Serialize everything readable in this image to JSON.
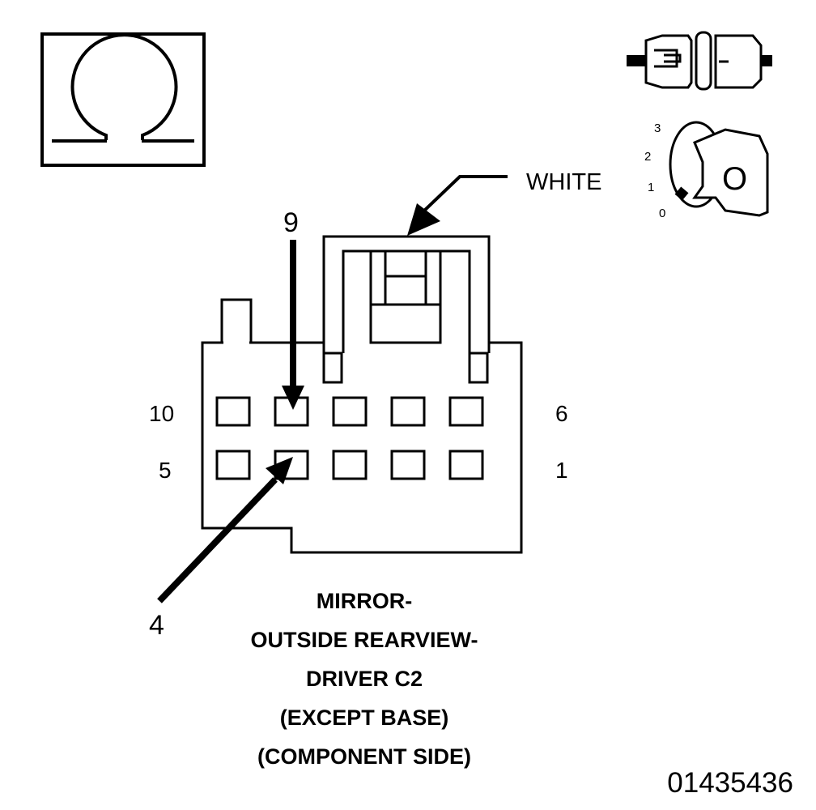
{
  "ohm_symbol": "Ω",
  "connector": {
    "color_label": "WHITE",
    "pin_labels": {
      "top_left": "10",
      "top_right": "6",
      "bottom_left": "5",
      "bottom_right": "1"
    },
    "callouts": {
      "pin_9": "9",
      "pin_4": "4"
    }
  },
  "key_icon": {
    "positions": [
      "3",
      "2",
      "1",
      "0"
    ],
    "key_letter": "O"
  },
  "title_lines": [
    "MIRROR-",
    "OUTSIDE REARVIEW-",
    "DRIVER C2",
    "(EXCEPT BASE)",
    "(COMPONENT SIDE)"
  ],
  "figure_id": "01435436"
}
